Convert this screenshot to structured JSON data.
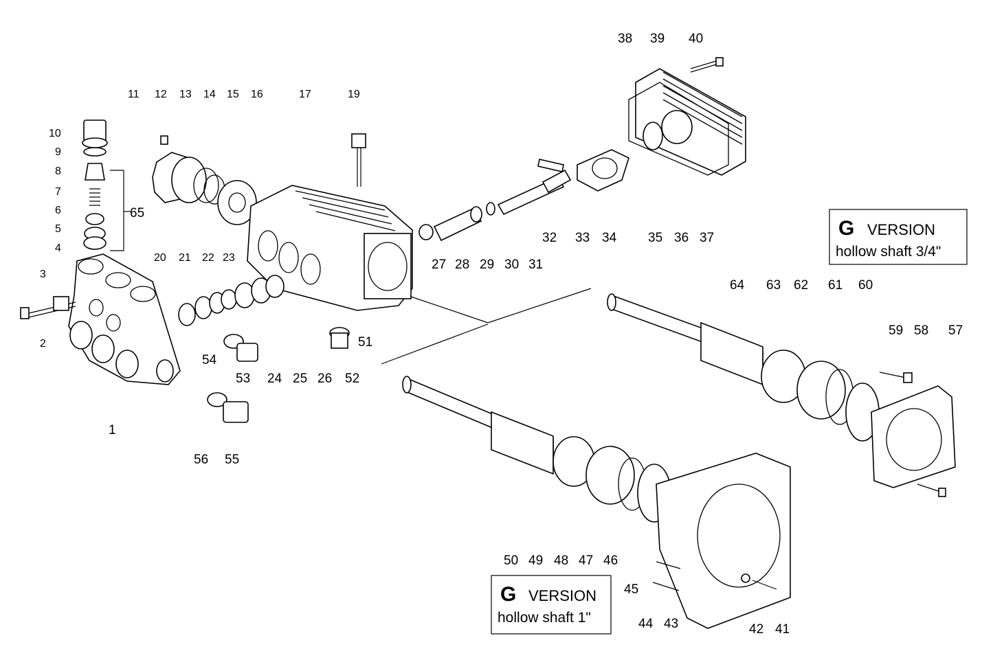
{
  "labels": {
    "1": "1",
    "2": "2",
    "3": "3",
    "4": "4",
    "5": "5",
    "6": "6",
    "7": "7",
    "8": "8",
    "9": "9",
    "10": "10",
    "11": "11",
    "12": "12",
    "13": "13",
    "14": "14",
    "15": "15",
    "16": "16",
    "17": "17",
    "19": "19",
    "20": "20",
    "21": "21",
    "22": "22",
    "23": "23",
    "24": "24",
    "25": "25",
    "26": "26",
    "27": "27",
    "28": "28",
    "29": "29",
    "30": "30",
    "31": "31",
    "32": "32",
    "33": "33",
    "34": "34",
    "35": "35",
    "36": "36",
    "37": "37",
    "38": "38",
    "39": "39",
    "40": "40",
    "41": "41",
    "42": "42",
    "43": "43",
    "44": "44",
    "45": "45",
    "46": "46",
    "47": "47",
    "48": "48",
    "49": "49",
    "50": "50",
    "51": "51",
    "52": "52",
    "53": "53",
    "54": "54",
    "55": "55",
    "56": "56",
    "57": "57",
    "58": "58",
    "59": "59",
    "60": "60",
    "61": "61",
    "62": "62",
    "63": "63",
    "64": "64",
    "65": "65"
  },
  "version_box_right": {
    "letter": "G",
    "word": "VERSION",
    "subtitle": "hollow shaft 3/4\""
  },
  "version_box_left": {
    "letter": "G",
    "word": "VERSION",
    "subtitle": "hollow shaft 1\""
  }
}
